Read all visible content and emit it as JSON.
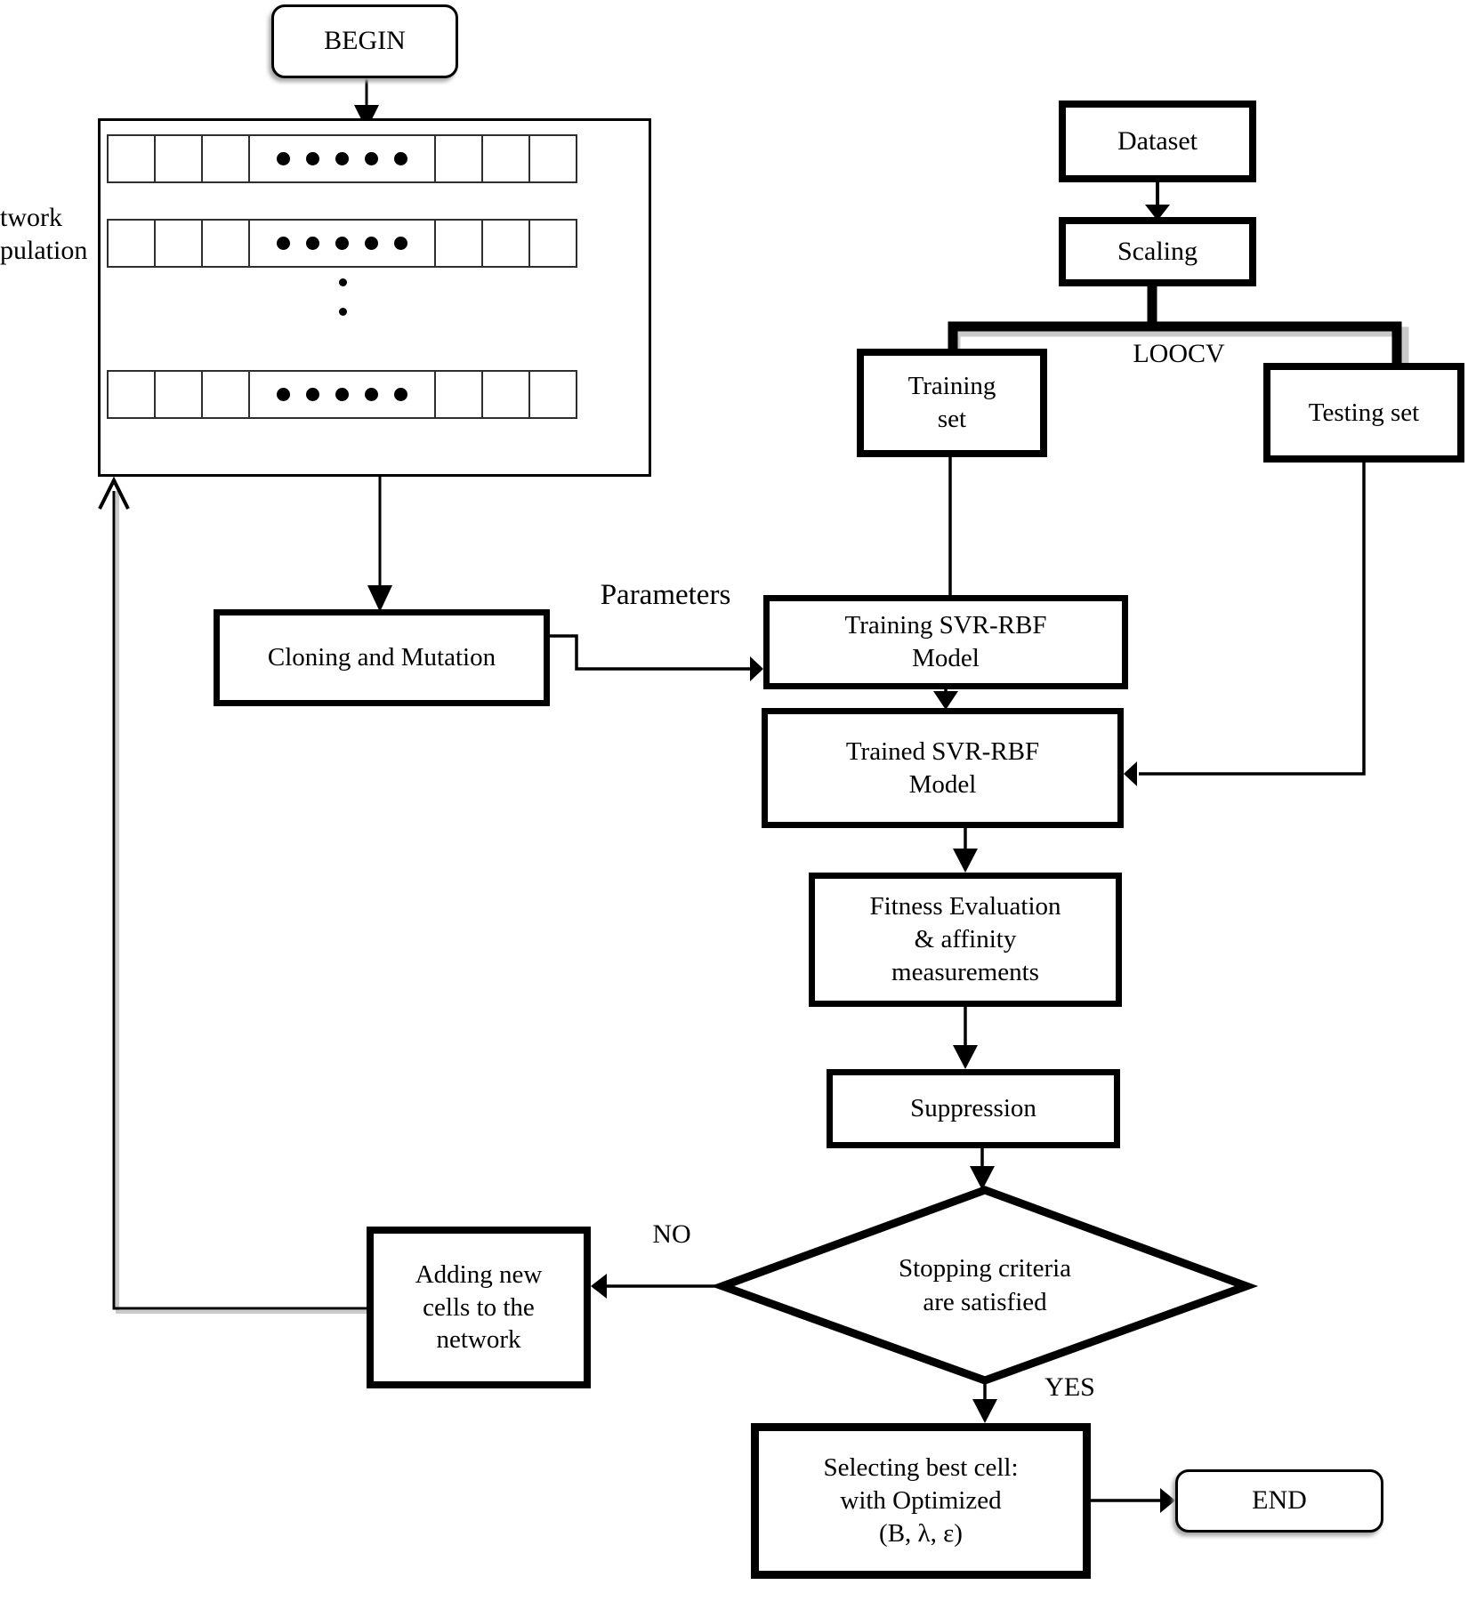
{
  "page_bg": "#ffffff",
  "ink_color": "#000000",
  "nodes": {
    "begin": {
      "label": "BEGIN"
    },
    "population": {
      "left_label_fragments": "twork\npulation",
      "row_count": 3,
      "cell_widths": [
        55,
        55,
        55,
        211,
        55,
        55,
        55
      ],
      "dots_cell_index": 3,
      "dots_per_row": 5
    },
    "dataset": {
      "label": "Dataset"
    },
    "scaling": {
      "label": "Scaling"
    },
    "training_set": {
      "label": "Training\nset"
    },
    "testing_set": {
      "label": "Testing set"
    },
    "cloning": {
      "label": "Cloning and Mutation"
    },
    "training_svr": {
      "label": "Training SVR-RBF\nModel"
    },
    "trained_svr": {
      "label": "Trained SVR-RBF\nModel"
    },
    "fitness": {
      "label": "Fitness Evaluation\n& affinity\nmeasurements"
    },
    "suppression": {
      "label": "Suppression"
    },
    "decision": {
      "label": "Stopping criteria\nare satisfied"
    },
    "adding": {
      "label": "Adding new\ncells to the\nnetwork"
    },
    "selecting": {
      "label": "Selecting best cell:\nwith Optimized\n(B, λ, ε)"
    },
    "end": {
      "label": "END"
    }
  },
  "edge_labels": {
    "loocv": "LOOCV",
    "parameters": "Parameters",
    "no": "NO",
    "yes": "YES"
  }
}
